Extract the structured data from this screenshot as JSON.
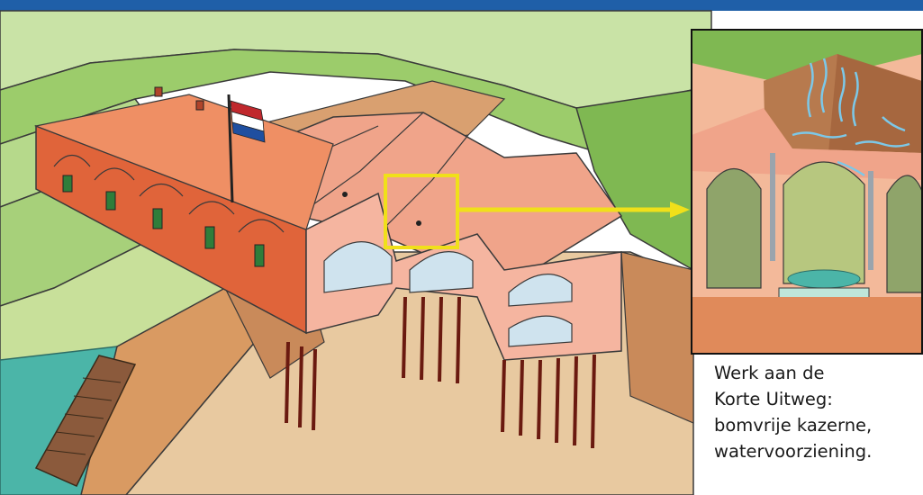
{
  "caption": {
    "lines": [
      "Werk aan de",
      "Korte Uitweg:",
      "bomvrije kazerne,",
      "watervoorziening."
    ]
  },
  "colors": {
    "top_bar": "#1f5fa8",
    "highlight": "#f0e01a",
    "facade": "#e0643a",
    "roof": "#f0a48a",
    "inner_wall": "#f5b5a0",
    "pit_floor": "#e8c9a0",
    "grass": "#8fc15a",
    "water": "#4bb5a8",
    "rain_arrows": "#7cc8e8"
  },
  "icons": {
    "flag": "dutch-flag-icon",
    "arrow": "callout-arrow-icon"
  }
}
